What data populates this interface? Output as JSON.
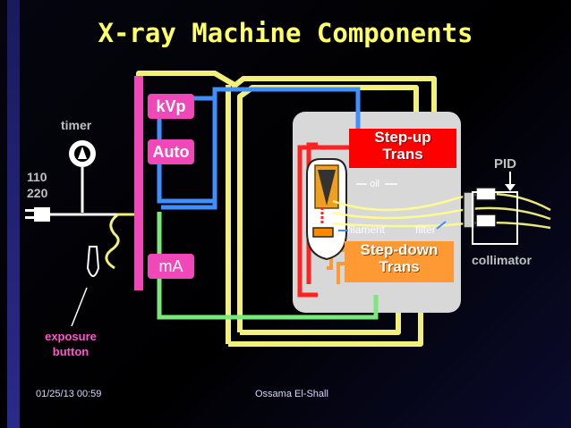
{
  "title": "X-ray Machine Components",
  "labels": {
    "timer": "timer",
    "voltage_110": "110",
    "voltage_220": "220",
    "exposure_button_line1": "exposure",
    "exposure_button_line2": "button",
    "kvp": "kVp",
    "auto": "Auto",
    "ma": "mA",
    "stepup_line1": "Step-up",
    "stepup_line2": "Trans",
    "stepdown_line1": "Step-down",
    "stepdown_line2": "Trans",
    "oil": "oil",
    "filament": "filament",
    "filter": "filter",
    "pid": "PID",
    "collimator": "collimator"
  },
  "footer": {
    "timestamp": "01/25/13 00:59",
    "author": "Ossama El-Shall"
  },
  "colors": {
    "title": "#ffff66",
    "control_panel": "#f048b8",
    "stepup": "#ff0000",
    "stepdown": "#ff9933",
    "wire_yellow": "#f2ef7a",
    "wire_blue": "#3f8fff",
    "wire_green": "#7ae87a",
    "tube_housing": "#d8d8d8"
  }
}
